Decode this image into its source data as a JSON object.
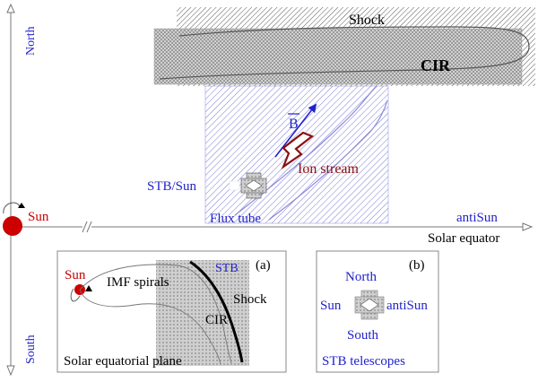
{
  "axis": {
    "north": "North",
    "south": "South",
    "sun": "Sun",
    "anti_sun": "antiSun",
    "solar_equator": "Solar equator"
  },
  "main": {
    "shock": "Shock",
    "cir": "CIR",
    "b_field": "B",
    "ion_stream": "Ion stream",
    "stb_sun": "STB/Sun",
    "flux_tube": "Flux tube"
  },
  "inset_a": {
    "tag": "(a)",
    "sun": "Sun",
    "imf": "IMF spirals",
    "stb": "STB",
    "shock": "Shock",
    "cir": "CIR",
    "caption": "Solar equatorial plane"
  },
  "inset_b": {
    "tag": "(b)",
    "north": "North",
    "south": "South",
    "sun": "Sun",
    "anti_sun": "antiSun",
    "caption": "STB telescopes"
  },
  "colors": {
    "blue": "#2222cc",
    "sun_red": "#cc0000",
    "ion_red": "#8b1010",
    "axis_gray": "#777777",
    "hatch": "#555555"
  }
}
